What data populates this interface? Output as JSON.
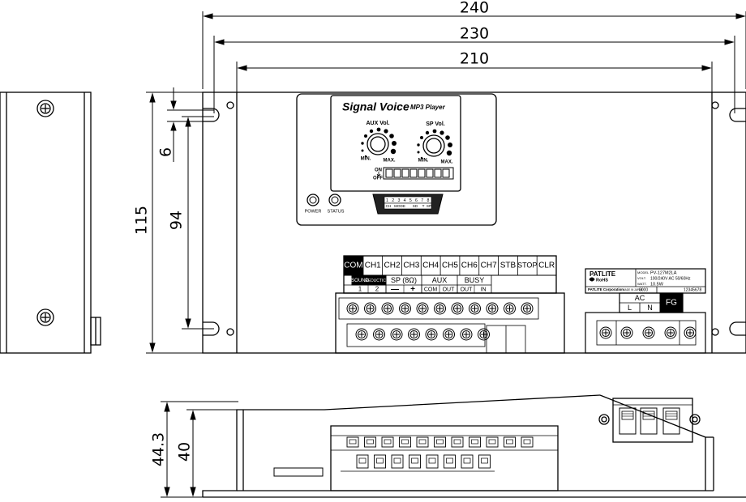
{
  "dimensions": {
    "overall_width": "240",
    "mount_hole_pitch": "230",
    "body_width": "210",
    "height": "115",
    "vertical_pitch": "94",
    "slot": "6",
    "side_overall_height": "44.3",
    "side_body_height": "40"
  },
  "panel": {
    "brand_title": "Signal Voice",
    "brand_subtitle": "MP3 Player",
    "aux_vol": "AUX Vol.",
    "sp_vol": "SP Vol.",
    "min": "MIN.",
    "max": "MAX.",
    "on": "ON",
    "off": "OFF",
    "power": "POWER",
    "status": "STATUS",
    "dip_numbers": [
      "1",
      "2",
      "3",
      "4",
      "5",
      "6",
      "7",
      "8"
    ],
    "dip_group_labels": [
      "CH",
      "MODE",
      "SD",
      "T",
      "SP"
    ]
  },
  "terminal": {
    "top_labels": [
      "COM",
      "CH1",
      "CH2",
      "CH3",
      "CH4",
      "CH5",
      "CH6",
      "CH7",
      "STB",
      "STOP",
      "CLR"
    ],
    "sound_label": "SOUND",
    "reduction_label": "REDUCTION",
    "sp_label": "SP (8Ω)",
    "aux_label": "AUX",
    "busy_label": "BUSY",
    "sub_labels": [
      "1",
      "2",
      "—",
      "+",
      "COM",
      "OUT",
      "OUT",
      "IN"
    ]
  },
  "nameplate": {
    "brand": "PATLITE",
    "rohs": "RoHS",
    "corporation": "PATLITE Corporation",
    "made_in": "MADE IN JAPAN",
    "rows": [
      {
        "key": "MODEL",
        "value": "PV-127M2LA"
      },
      {
        "key": "VOLT.",
        "value": "100/240V AC  50/60Hz"
      },
      {
        "key": "WATT.",
        "value": "10.5W"
      }
    ],
    "code": "0000",
    "serial": "12345678"
  },
  "ac_terminal": {
    "ac": "AC",
    "l": "L",
    "n": "N",
    "fg": "FG"
  }
}
